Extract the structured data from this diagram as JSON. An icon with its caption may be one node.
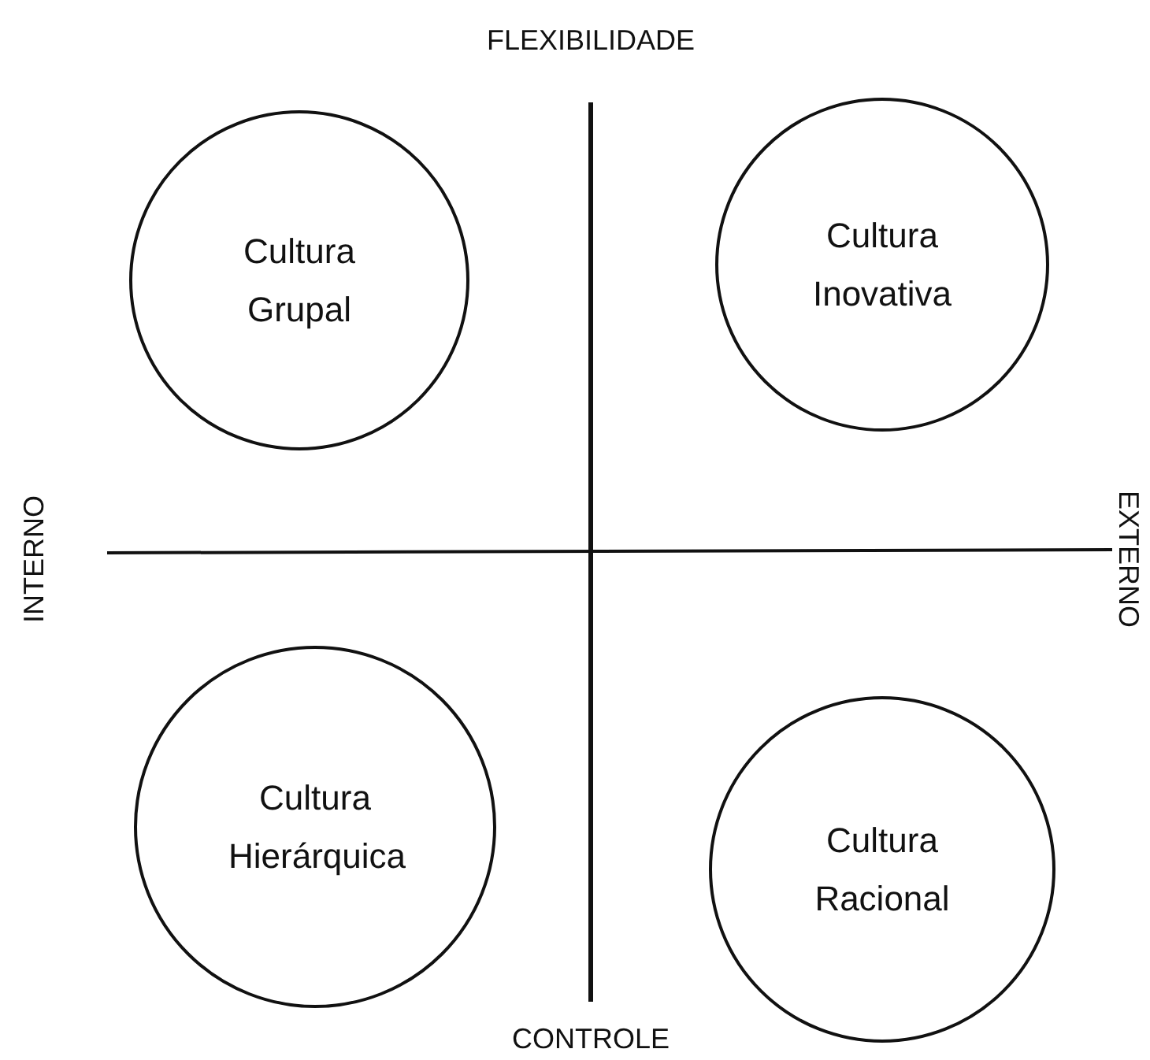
{
  "diagram": {
    "nodes": [
      {
        "text": [
          "Cultura Grupal"
        ]
      },
      {
        "text": [
          "Cultura Inovativa"
        ]
      },
      {
        "text": [
          "Cultura Hierárquica"
        ]
      },
      {
        "text": [
          "Cultura Racional"
        ]
      }
    ],
    "labels": [
      "FLEXIBILIDADE",
      "INTERNO",
      "EXTERNO",
      "CONTROLE"
    ]
  }
}
